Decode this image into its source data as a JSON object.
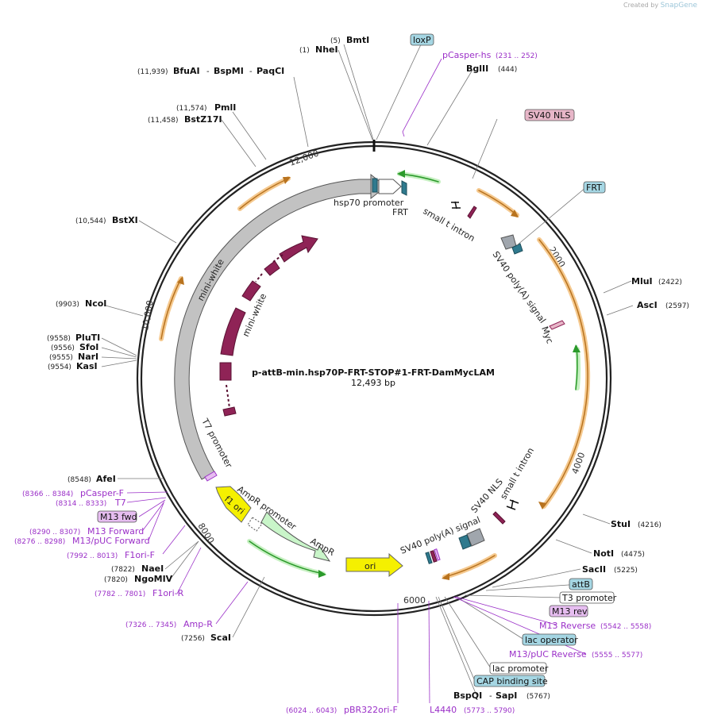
{
  "credit": {
    "prefix": "Created by",
    "brand": "SnapGene"
  },
  "plasmid": {
    "name": "p-attB-min.hsp70P-FRT-STOP#1-FRT-DamMycLAM",
    "length_label": "12,493 bp"
  },
  "colors": {
    "backbone": "#222222",
    "purple": "#9b30c8",
    "orange": "#f2a34a",
    "green": "#55b848",
    "gray": "#b8b8b8",
    "maroon": "#8f2356",
    "yellow": "#f5f000",
    "teal": "#2f7a8e",
    "mint": "#c9f5c9",
    "box_blue": "#a5d6e3",
    "box_pink": "#e7b6c8",
    "box_lav": "#e6bdf0"
  },
  "ticks": [
    "2000",
    "4000",
    "6000",
    "8000",
    "10,000",
    "12,000"
  ],
  "enzymes": [
    {
      "name": "BmtI",
      "pos": "(5)"
    },
    {
      "name": "NheI",
      "pos": "(1)"
    },
    {
      "name": "BfuAI",
      "pos": "(11,939)"
    },
    {
      "name": "BspMI",
      "pos": ""
    },
    {
      "name": "PaqCI",
      "pos": ""
    },
    {
      "name": "BglII",
      "pos": "(444)"
    },
    {
      "name": "PmlI",
      "pos": "(11,574)"
    },
    {
      "name": "BstZ17I",
      "pos": "(11,458)"
    },
    {
      "name": "BstXI",
      "pos": "(10,544)"
    },
    {
      "name": "MluI",
      "pos": "(2422)"
    },
    {
      "name": "AscI",
      "pos": "(2597)"
    },
    {
      "name": "NcoI",
      "pos": "(9903)"
    },
    {
      "name": "PluTI",
      "pos": "(9558)"
    },
    {
      "name": "SfoI",
      "pos": "(9556)"
    },
    {
      "name": "NarI",
      "pos": "(9555)"
    },
    {
      "name": "KasI",
      "pos": "(9554)"
    },
    {
      "name": "AfeI",
      "pos": "(8548)"
    },
    {
      "name": "StuI",
      "pos": "(4216)"
    },
    {
      "name": "NotI",
      "pos": "(4475)"
    },
    {
      "name": "SacII",
      "pos": "(5225)"
    },
    {
      "name": "NaeI",
      "pos": "(7822)"
    },
    {
      "name": "NgoMIV",
      "pos": "(7820)"
    },
    {
      "name": "ScaI",
      "pos": "(7256)"
    },
    {
      "name": "BspQI",
      "pos": ""
    },
    {
      "name": "SapI",
      "pos": "(5767)"
    }
  ],
  "primers": [
    {
      "name": "pCasper-hs",
      "range": "(231 .. 252)"
    },
    {
      "name": "pCasper-F",
      "range": "(8366 .. 8384)"
    },
    {
      "name": "T7",
      "range": "(8314 .. 8333)"
    },
    {
      "name": "M13 Forward",
      "range": "(8290 .. 8307)"
    },
    {
      "name": "M13/pUC Forward",
      "range": "(8276 .. 8298)"
    },
    {
      "name": "F1ori-F",
      "range": "(7992 .. 8013)"
    },
    {
      "name": "F1ori-R",
      "range": "(7782 .. 7801)"
    },
    {
      "name": "Amp-R",
      "range": "(7326 .. 7345)"
    },
    {
      "name": "M13 Reverse",
      "range": "(5542 .. 5558)"
    },
    {
      "name": "M13/pUC Reverse",
      "range": "(5555 .. 5577)"
    },
    {
      "name": "pBR322ori-F",
      "range": "(6024 .. 6043)"
    },
    {
      "name": "L4440",
      "range": "(5773 .. 5790)"
    }
  ],
  "boxed": [
    "loxP",
    "SV40 NLS",
    "FRT",
    "M13 fwd",
    "attB",
    "T3 promoter",
    "M13 rev",
    "lac operator",
    "lac promoter",
    "CAP binding site"
  ],
  "features": {
    "hsp70": "hsp70 promoter",
    "frt": "FRT",
    "small_t_1": "small t intron",
    "sv40_polya_1": "SV40 poly(A) signal",
    "myc": "Myc",
    "mini_white_outer": "mini-white",
    "mini_white_inner": "mini-white",
    "t7": "T7 promoter",
    "f1ori": "f1 ori",
    "ampr_promoter": "AmpR promoter",
    "ampr": "AmpR",
    "ori": "ori",
    "sv40_polya_2": "SV40 poly(A) signal",
    "sv40_nls_2": "SV40 NLS",
    "small_t_2": "small t intron"
  }
}
